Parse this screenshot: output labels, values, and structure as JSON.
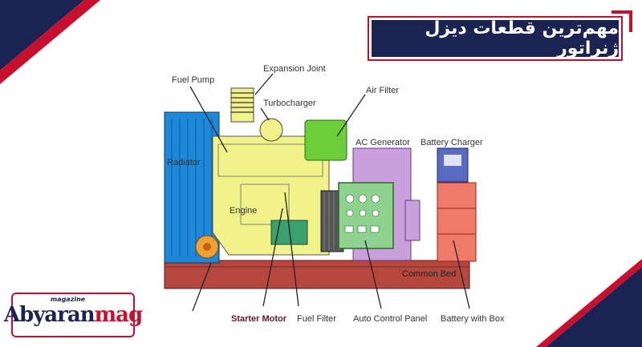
{
  "header": {
    "title": "مهم‌ترین قطعات دیزل ژنراتور"
  },
  "logo": {
    "part1": "Abyaran",
    "part2": "mag",
    "sub": "magazine"
  },
  "diagram": {
    "labels": {
      "fuel_pump": "Fuel Pump",
      "expansion_joint": "Expansion Joint",
      "turbocharger": "Turbocharger",
      "air_filter": "Air Filter",
      "ac_generator": "AC Generator",
      "battery_charger": "Battery Charger",
      "radiator": "Radiator",
      "engine": "Engine",
      "common_bed": "Common Bed",
      "starter_motor": "Starter Motor",
      "fuel_filter": "Fuel Filter",
      "auto_control_panel": "Auto Control Panel",
      "battery_with_box": "Battery with Box"
    }
  },
  "colors": {
    "navy": "#1b2352",
    "red": "#c8102e",
    "radiator": "#1e88d8",
    "engine": "#f2f28a",
    "generator": "#c9a0dc",
    "control_panel": "#8fd18f",
    "battery": "#f07a6a",
    "base": "#b5473f",
    "air_filter": "#6ccf3a",
    "fan": "#f0a030"
  }
}
